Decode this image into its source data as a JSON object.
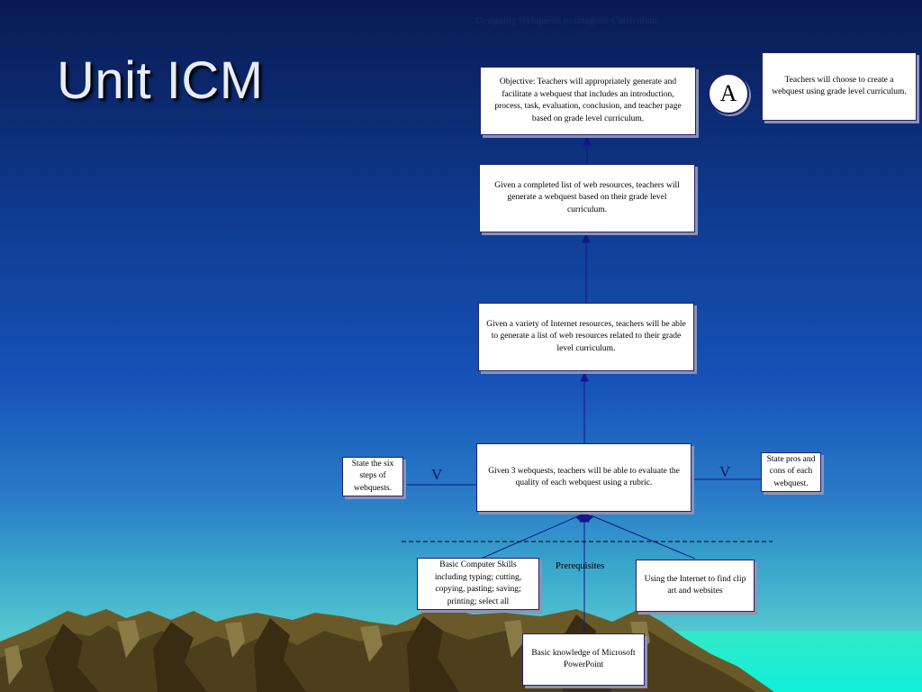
{
  "slide": {
    "title": "Unit ICM",
    "header_caption": "Designing Webquests to Integrate Curriculum"
  },
  "diagram": {
    "objective": "Objective: Teachers will appropriately generate and facilitate a webquest that includes an introduction, process, task, evaluation, conclusion, and teacher page based on grade level curriculum.",
    "attitude_marker": "A",
    "attitude": "Teachers will choose to create a webquest using grade level curriculum.",
    "step3": "Given a completed list of web resources, teachers will generate a webquest based on their grade level curriculum.",
    "step2": "Given a variety of Internet resources, teachers will be able to generate a list of web resources related to their grade level curriculum.",
    "step1": "Given 3 webquests, teachers will be able to evaluate the quality of each webquest using a rubric.",
    "verbal_left_marker": "V",
    "verbal_left": "State the six steps of webquests.",
    "verbal_right_marker": "V",
    "verbal_right": "State pros and cons of each webquest.",
    "prereq_label": "Prerequisites",
    "prereq_computer": "Basic Computer Skills including typing; cutting, copying, pasting; saving; printing; select all",
    "prereq_internet": "Using the Internet to find clip art and websites",
    "prereq_powerpoint": "Basic knowledge of Microsoft PowerPoint"
  }
}
